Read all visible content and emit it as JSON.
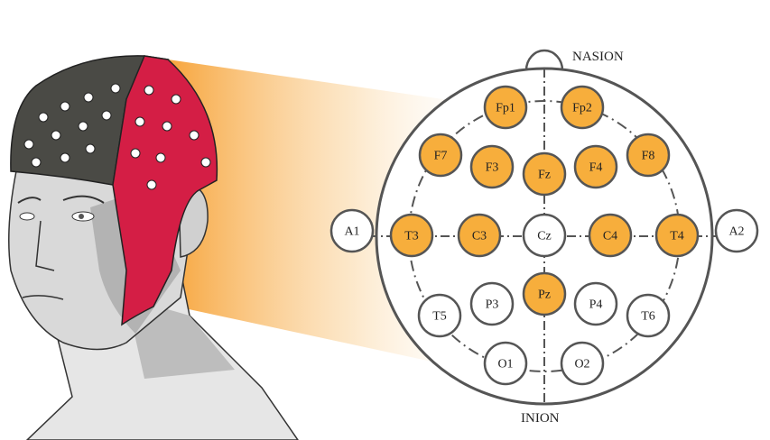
{
  "colors": {
    "active": "#F7AE3C",
    "inactive": "#FFFFFF",
    "outline": "#555555",
    "cap_dark": "#4A4A45",
    "cap_red": "#D41E45",
    "beam": "#F7A53C"
  },
  "labels": {
    "nasion": "NASION",
    "inion": "INION"
  },
  "electrodes": [
    {
      "id": "Fp1",
      "active": true
    },
    {
      "id": "Fp2",
      "active": true
    },
    {
      "id": "F7",
      "active": true
    },
    {
      "id": "F3",
      "active": true
    },
    {
      "id": "Fz",
      "active": true
    },
    {
      "id": "F4",
      "active": true
    },
    {
      "id": "F8",
      "active": true
    },
    {
      "id": "A1",
      "active": false
    },
    {
      "id": "T3",
      "active": true
    },
    {
      "id": "C3",
      "active": true
    },
    {
      "id": "Cz",
      "active": false
    },
    {
      "id": "C4",
      "active": true
    },
    {
      "id": "T4",
      "active": true
    },
    {
      "id": "A2",
      "active": false
    },
    {
      "id": "T5",
      "active": false
    },
    {
      "id": "P3",
      "active": false
    },
    {
      "id": "Pz",
      "active": true
    },
    {
      "id": "P4",
      "active": false
    },
    {
      "id": "T6",
      "active": false
    },
    {
      "id": "O1",
      "active": false
    },
    {
      "id": "O2",
      "active": false
    }
  ]
}
